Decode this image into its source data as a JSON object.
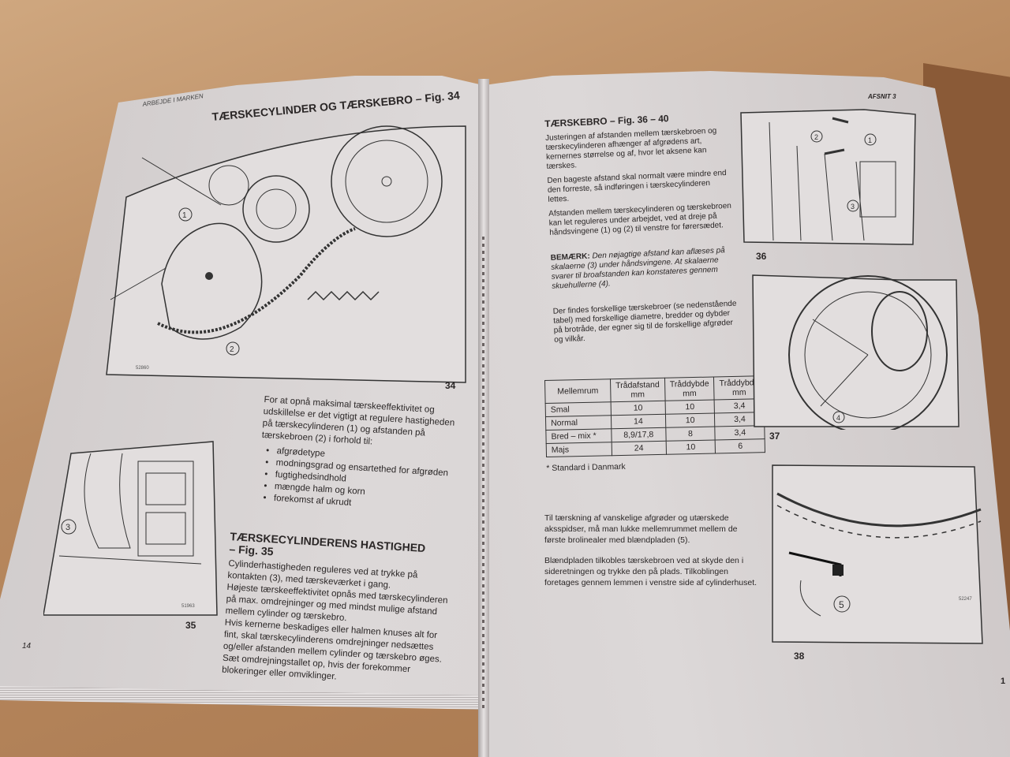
{
  "left_page": {
    "running_header": "ARBEJDE I MARKEN",
    "title": "TÆRSKECYLINDER OG TÆRSKEBRO – Fig. 34",
    "fig34": {
      "number": "34",
      "code": "52860",
      "callouts": [
        "1",
        "2"
      ]
    },
    "intro": "For at opnå maksimal tærskeeffektivitet og udskillelse er det vigtigt at regulere hastigheden på tærskecylinderen (1) og afstanden på tærskebroen (2) i forhold til:",
    "bullets": [
      "afgrødetype",
      "modningsgrad og ensartethed for afgrøden",
      "fugtighedsindhold",
      "mængde halm og korn",
      "forekomst af ukrudt"
    ],
    "section_title_1": "TÆRSKECYLINDERENS HASTIGHED",
    "section_title_2": "– Fig. 35",
    "paragraphs": [
      "Cylinderhastigheden reguleres ved at trykke på kontakten (3), med tærskeværket i gang.",
      "Højeste tærskeeffektivitet opnås med tærskecylinderen på max. omdrejninger og med mindst mulige afstand mellem cylinder og tærskebro.",
      "Hvis kernerne beskadiges eller halmen knuses alt for fint, skal tærskecylinderens omdrejninger nedsættes og/eller afstanden mellem cylinder og tærskebro øges.",
      "Sæt omdrejningstallet op, hvis der forekommer blokeringer eller omviklinger."
    ],
    "fig35": {
      "number": "35",
      "code": "51963",
      "callouts": [
        "3"
      ]
    },
    "page_number": "14"
  },
  "right_page": {
    "running_header": "AFSNIT 3",
    "title": "TÆRSKEBRO – Fig. 36 – 40",
    "paragraphs": [
      "Justeringen af afstanden mellem tærskebroen og tærskecylinderen afhænger af afgrødens art, kernernes størrelse og af, hvor let aksene kan tærskes.",
      "Den bageste afstand skal normalt være mindre end den forreste, så indføringen i tærskecylinderen lettes.",
      "Afstanden mellem tærskecylinderen og tærskebroen kan let reguleres under arbejdet, ved at dreje på håndsvingene (1) og (2) til venstre for førersædet."
    ],
    "note_label": "BEMÆRK:",
    "note_text": "Den nøjagtige afstand kan aflæses på skalaerne (3) under håndsvingene. At skalaerne svarer til broafstanden kan konstateres gennem skuehullerne (4).",
    "table_intro": "Der findes forskellige tærskebroer (se nedenstående tabel) med forskellige diametre, bredder og dybder på brotråde, der egner sig til de forskellige afgrøder og vilkår.",
    "table": {
      "headers": [
        "Mellemrum",
        "Trådafstand mm",
        "Tråddybde mm",
        "Tråddybde mm"
      ],
      "rows": [
        [
          "Smal",
          "10",
          "10",
          "3,4"
        ],
        [
          "Normal",
          "14",
          "10",
          "3,4"
        ],
        [
          "Bred – mix *",
          "8,9/17,8",
          "8",
          "3,4"
        ],
        [
          "Majs",
          "24",
          "10",
          "6"
        ]
      ],
      "footnote": "* Standard i Danmark"
    },
    "paragraphs_2": [
      "Til tærskning af vanskelige afgrøder og utærskede aksspidser, må man lukke mellemrummet mellem de første brolinealer med blændpladen (5).",
      "Blændpladen tilkobles tærskebroen ved at skyde den i sideretningen og trykke den på plads. Tilkoblingen foretages gennem lemmen i venstre side af cylinderhuset."
    ],
    "fig36": {
      "number": "36",
      "callouts": [
        "1",
        "2",
        "3"
      ]
    },
    "fig37": {
      "number": "37",
      "callouts": [
        "4"
      ]
    },
    "fig38": {
      "number": "38",
      "code": "52247",
      "callouts": [
        "5"
      ]
    },
    "page_number": "1"
  }
}
